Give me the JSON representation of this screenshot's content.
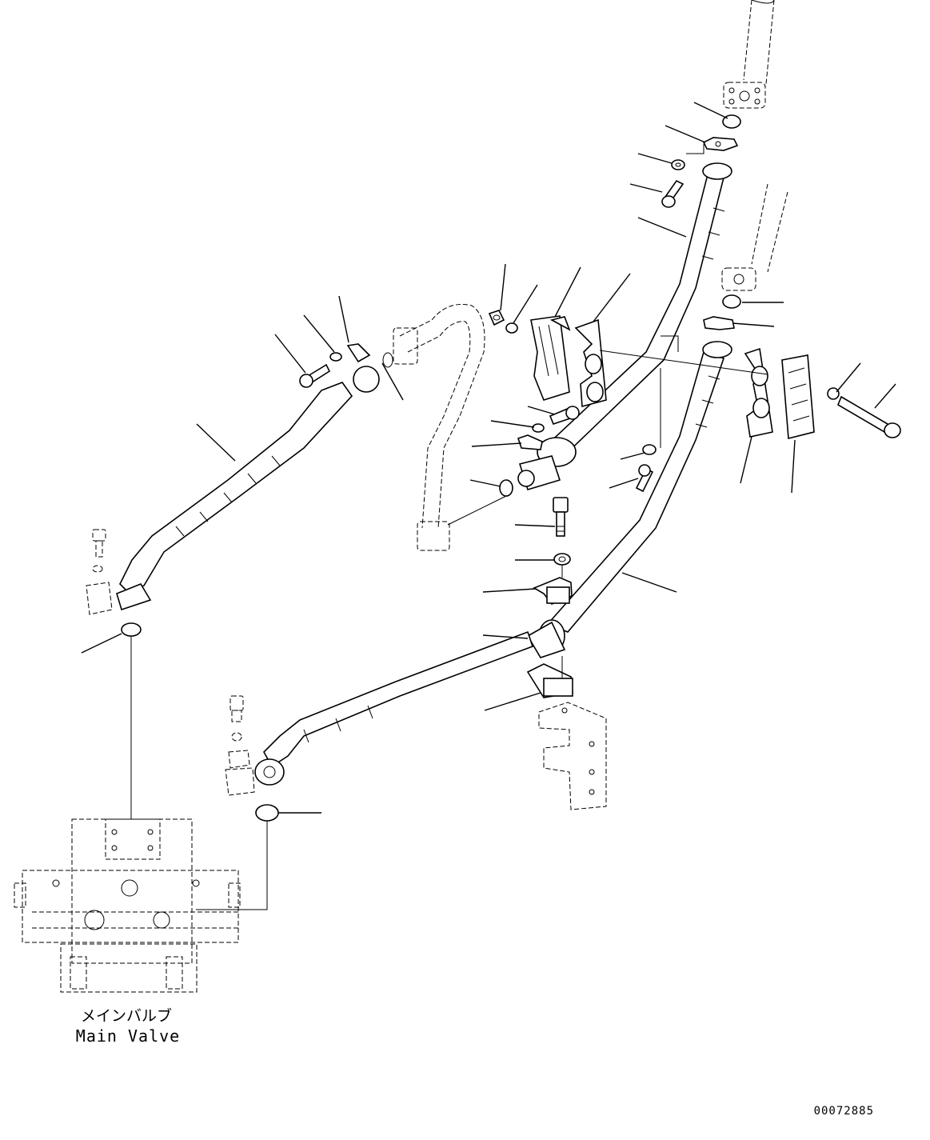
{
  "labels": {
    "main_valve_jp": "メインバルブ",
    "main_valve_en": "Main Valve",
    "drawing_number": "00072885"
  }
}
